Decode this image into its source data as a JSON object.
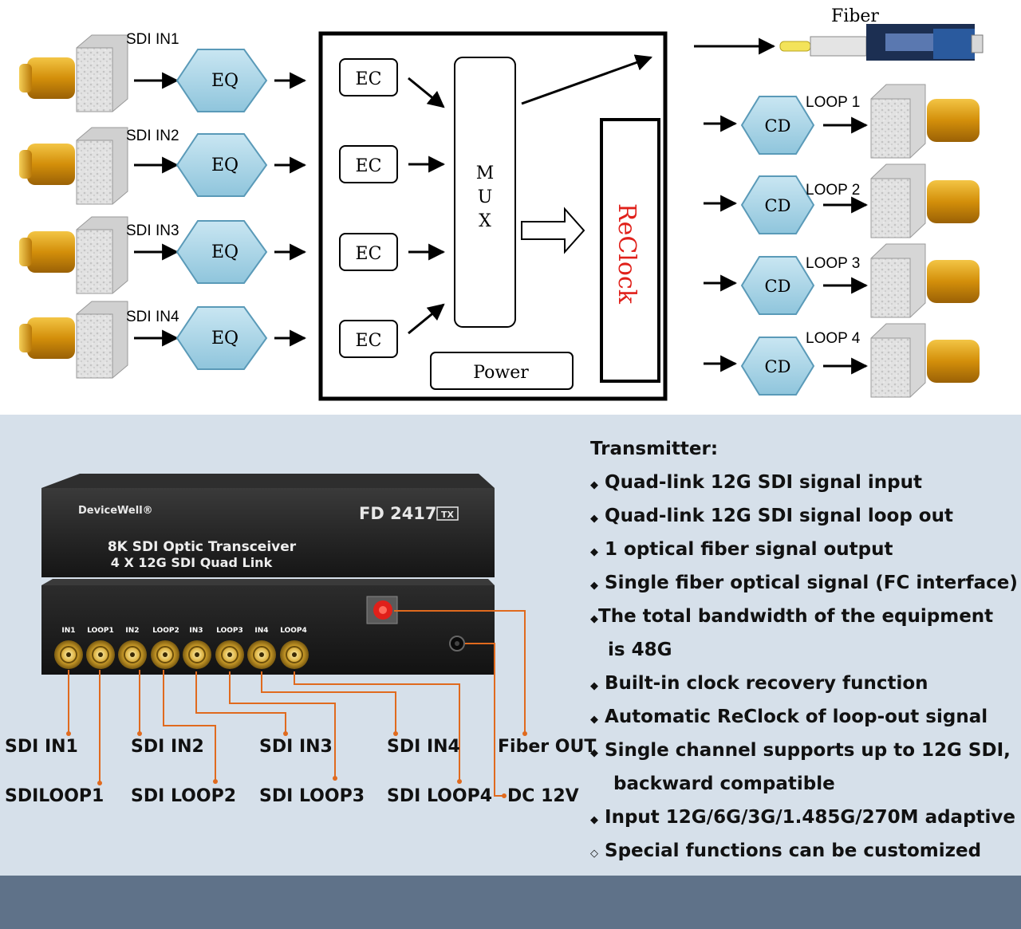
{
  "diagram": {
    "inputs": [
      {
        "label": "SDI IN1",
        "eq": "EQ"
      },
      {
        "label": "SDI IN2",
        "eq": "EQ"
      },
      {
        "label": "SDI IN3",
        "eq": "EQ"
      },
      {
        "label": "SDI IN4",
        "eq": "EQ"
      }
    ],
    "ec_blocks": [
      "EC",
      "EC",
      "EC",
      "EC"
    ],
    "mux_label": "MUX",
    "reclock_label": "ReClock",
    "power_label": "Power",
    "fiber_label": "Fiber",
    "loops": [
      {
        "label": "LOOP 1",
        "cd": "CD"
      },
      {
        "label": "LOOP 2",
        "cd": "CD"
      },
      {
        "label": "LOOP 3",
        "cd": "CD"
      },
      {
        "label": "LOOP 4",
        "cd": "CD"
      }
    ]
  },
  "device": {
    "brand": "DeviceWell®",
    "model": "FD 2417",
    "model_badge": "TX",
    "name_line1": "8K SDI Optic Transceiver",
    "name_line2": "4 X 12G SDI Quad Link",
    "port_labels": [
      "IN1",
      "LOOP1",
      "IN2",
      "LOOP2",
      "IN3",
      "LOOP3",
      "IN4",
      "LOOP4"
    ]
  },
  "callouts": {
    "sdi_in1": "SDI IN1",
    "sdi_in2": "SDI IN2",
    "sdi_in3": "SDI IN3",
    "sdi_in4": "SDI IN4",
    "fiber_out": "Fiber OUT",
    "sdi_loop1": "SDILOOP1",
    "sdi_loop2": "SDI LOOP2",
    "sdi_loop3": "SDI LOOP3",
    "sdi_loop4": "SDI LOOP4",
    "dc_12v": "DC 12V"
  },
  "specs": {
    "title": "Transmitter:",
    "bullet": "◆",
    "hollow_bullet": "◇",
    "items": [
      "Quad-link 12G SDI signal input",
      "Quad-link 12G SDI signal loop out",
      "1 optical fiber signal output",
      "Single fiber optical signal (FC interface)",
      "The total bandwidth of the equipment",
      "is 48G",
      "Built-in clock recovery function",
      "Automatic ReClock of loop-out signal",
      "Single channel supports up to 12G SDI,",
      "backward compatible",
      "Input 12G/6G/3G/1.485G/270M adaptive",
      "Special functions can be customized"
    ]
  },
  "colors": {
    "hexagon_fill": "#a9d4e6",
    "connector_gold": "#d79a12",
    "callout_line": "#e06a1e",
    "reclock_red": "#e0201a",
    "panel_bg": "#d6e0ea",
    "footer_bg": "#5f7289"
  }
}
